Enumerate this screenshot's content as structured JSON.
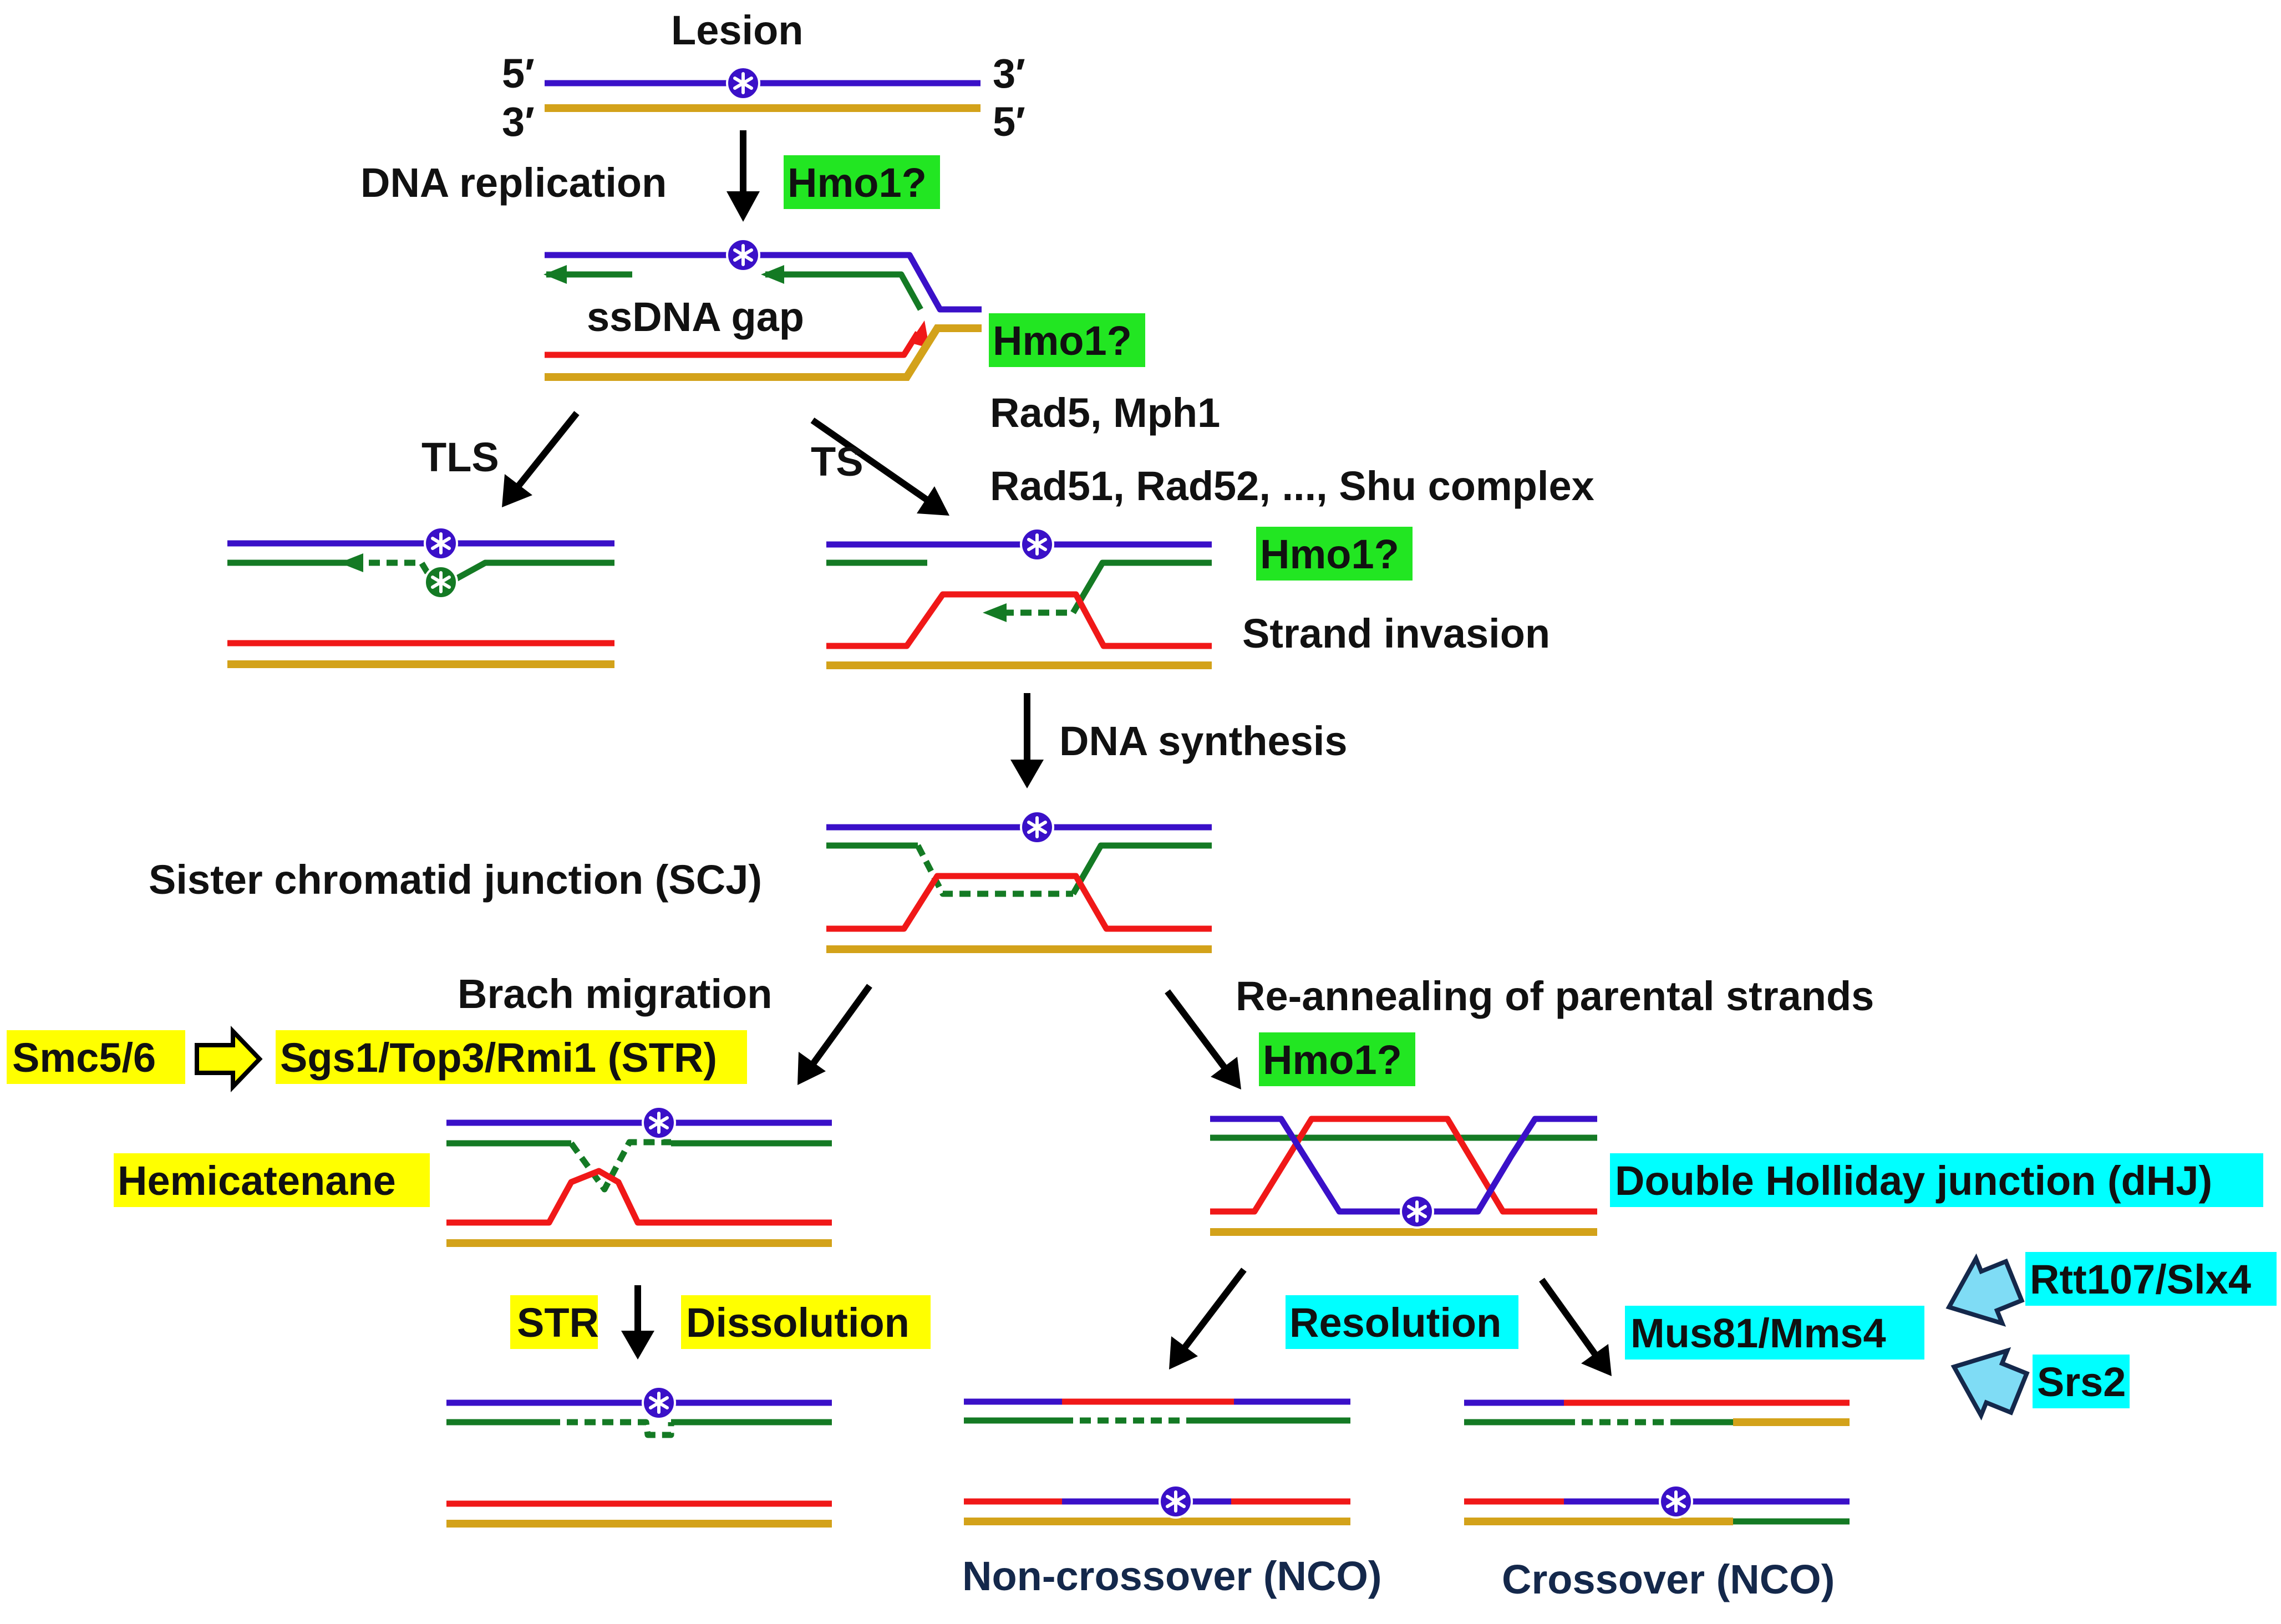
{
  "labels": {
    "lesion": "Lesion",
    "five_prime_top": "5′",
    "three_prime_top": "3′",
    "three_prime_bottom": "3′",
    "five_prime_bottom": "5′",
    "dna_replication": "DNA replication",
    "hmo1_1": "Hmo1?",
    "ssdna_gap": "ssDNA gap",
    "hmo1_2": "Hmo1?",
    "rad5_mph1": "Rad5, Mph1",
    "tls": "TLS",
    "ts": "TS",
    "rad51_shu": "Rad51, Rad52, ..., Shu complex",
    "hmo1_3": "Hmo1?",
    "strand_invasion": "Strand invasion",
    "dna_synthesis": "DNA synthesis",
    "scj": "Sister chromatid junction (SCJ)",
    "branch_migration": "Brach migration",
    "reannealing": "Re-annealing of parental strands",
    "smc56": "Smc5/6",
    "str_complex": "Sgs1/Top3/Rmi1 (STR)",
    "hmo1_4": "Hmo1?",
    "hemicatenane": "Hemicatenane",
    "dhj": "Double Holliday junction (dHJ)",
    "str": "STR",
    "dissolution": "Dissolution",
    "resolution": "Resolution",
    "mus81_mms4": "Mus81/Mms4",
    "rtt107_slx4": "Rtt107/Slx4",
    "srs2": "Srs2",
    "non_crossover": "Non-crossover (NCO)",
    "crossover": "Crossover (NCO)"
  },
  "colors": {
    "parental_top_strand": "#3a10c8",
    "nascent_top_strand": "#147a24",
    "nascent_bottom_strand": "#f01818",
    "parental_bottom_strand": "#d3a21a",
    "highlight_hmo1": "#22e622",
    "highlight_str": "#ffff00",
    "highlight_resolution": "#00ffff"
  },
  "icons": {
    "lesion_marker": "asterisk-in-circle",
    "arrows": "black-arrow",
    "stimulation_arrows": "hollow-block-arrow"
  }
}
